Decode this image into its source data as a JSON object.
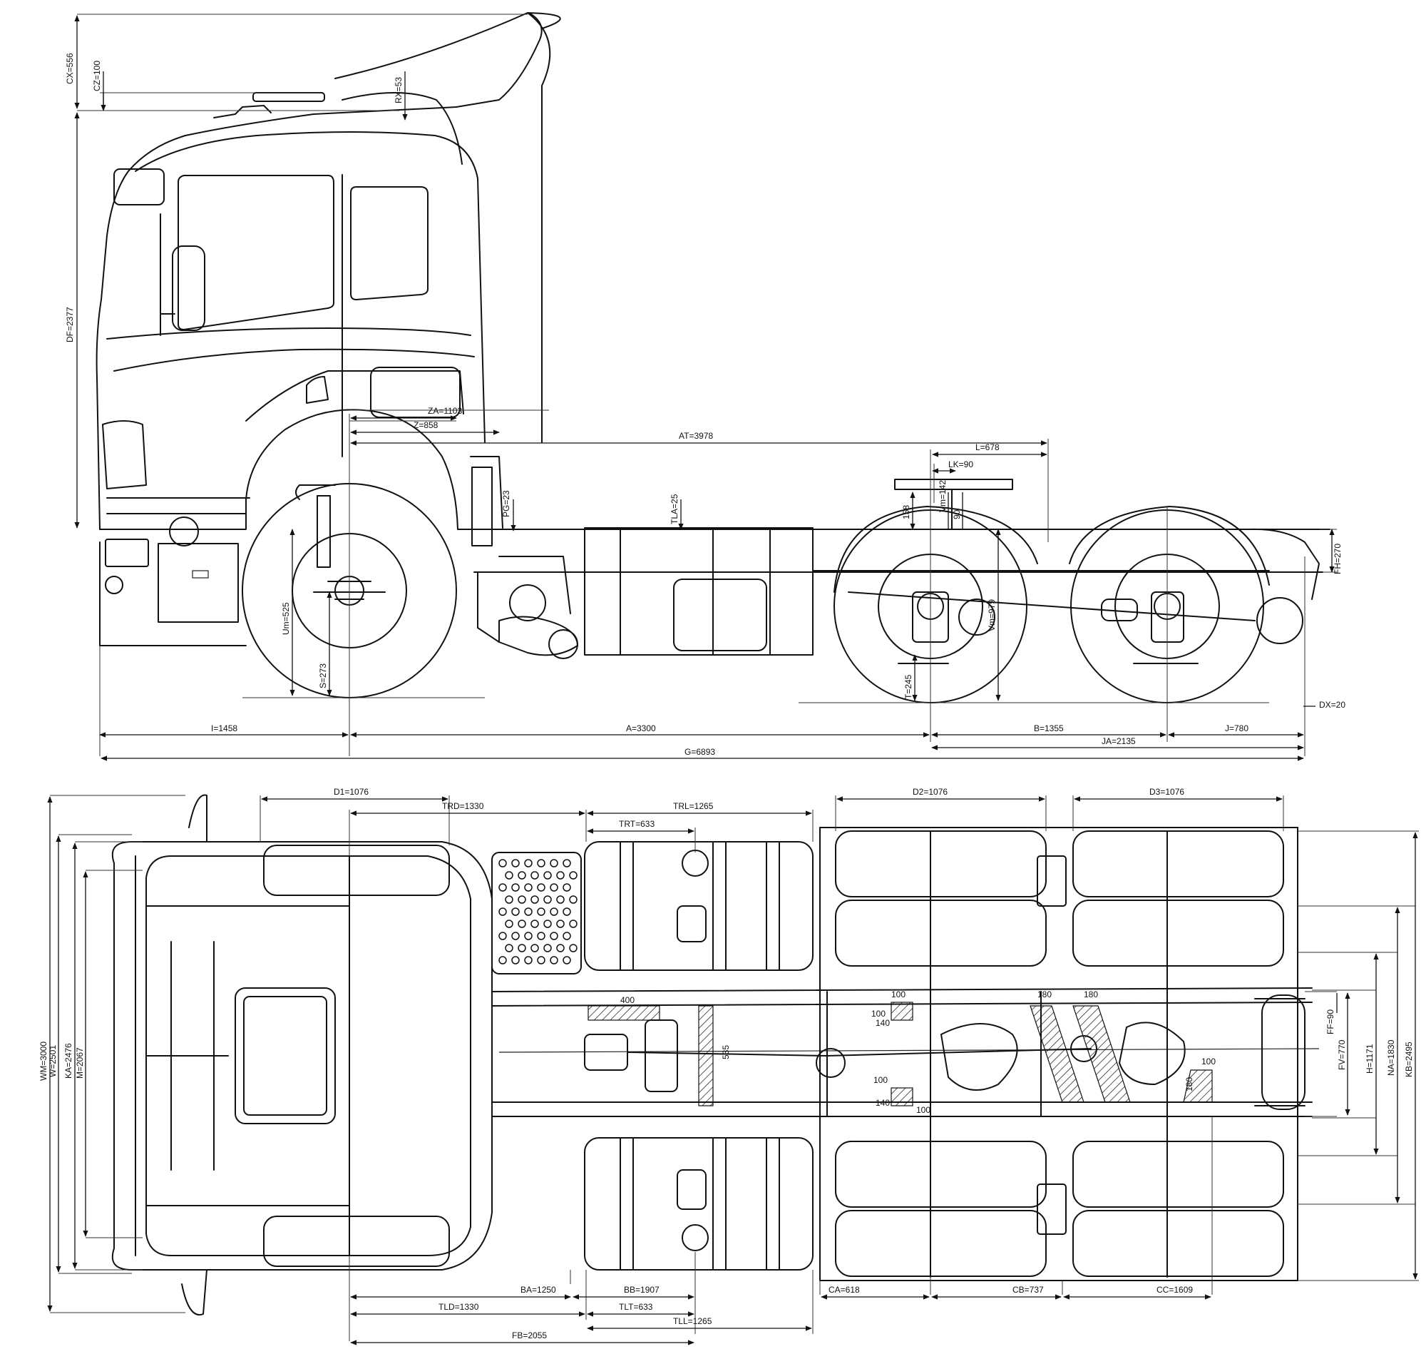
{
  "side_view": {
    "vertical": {
      "cx": "CX=556",
      "cz": "CZ=100",
      "rx": "RX=53",
      "df": "DF=2377",
      "pg": "PG=23",
      "tla": "TLA=25",
      "um": "Um=525",
      "s": "S=273",
      "t": "T=245",
      "vm": "Vm=979",
      "fh": "FH=270",
      "dx": "DX=20",
      "h158": "158",
      "vm142": "Vm=142",
      "h90": "90"
    },
    "horizontal": {
      "za": "ZA=1103",
      "z": "Z=858",
      "at": "AT=3978",
      "l": "L=678",
      "lk": "LK=90",
      "i": "I=1458",
      "a": "A=3300",
      "b": "B=1355",
      "j": "J=780",
      "ja": "JA=2135",
      "g": "G=6893"
    }
  },
  "top_view": {
    "top": {
      "d1": "D1=1076",
      "trd": "TRD=1330",
      "trt": "TRT=633",
      "trl": "TRL=1265",
      "d2": "D2=1076",
      "d3": "D3=1076"
    },
    "bottom": {
      "ba": "BA=1250",
      "bb": "BB=1907",
      "tld": "TLD=1330",
      "tlt": "TLT=633",
      "tll": "TLL=1265",
      "fb": "FB=2055",
      "ca": "CA=618",
      "cb": "CB=737",
      "cc": "CC=1609"
    },
    "left": {
      "wm": "WM=3000",
      "w": "W=2501",
      "ka": "KA=2476",
      "m": "M=2067"
    },
    "right": {
      "ff": "FF=90",
      "fv": "FV=770",
      "h": "H=1171",
      "na": "NA=1830",
      "kb": "KB=2495"
    },
    "inner": {
      "v400": "400",
      "v100a": "100",
      "v140a": "140",
      "v180a": "180",
      "v180b": "180",
      "v100b": "100",
      "v140b": "140",
      "v100c": "100",
      "v535": "535",
      "v100d": "100",
      "v180c": "180",
      "v100e": "100"
    }
  }
}
